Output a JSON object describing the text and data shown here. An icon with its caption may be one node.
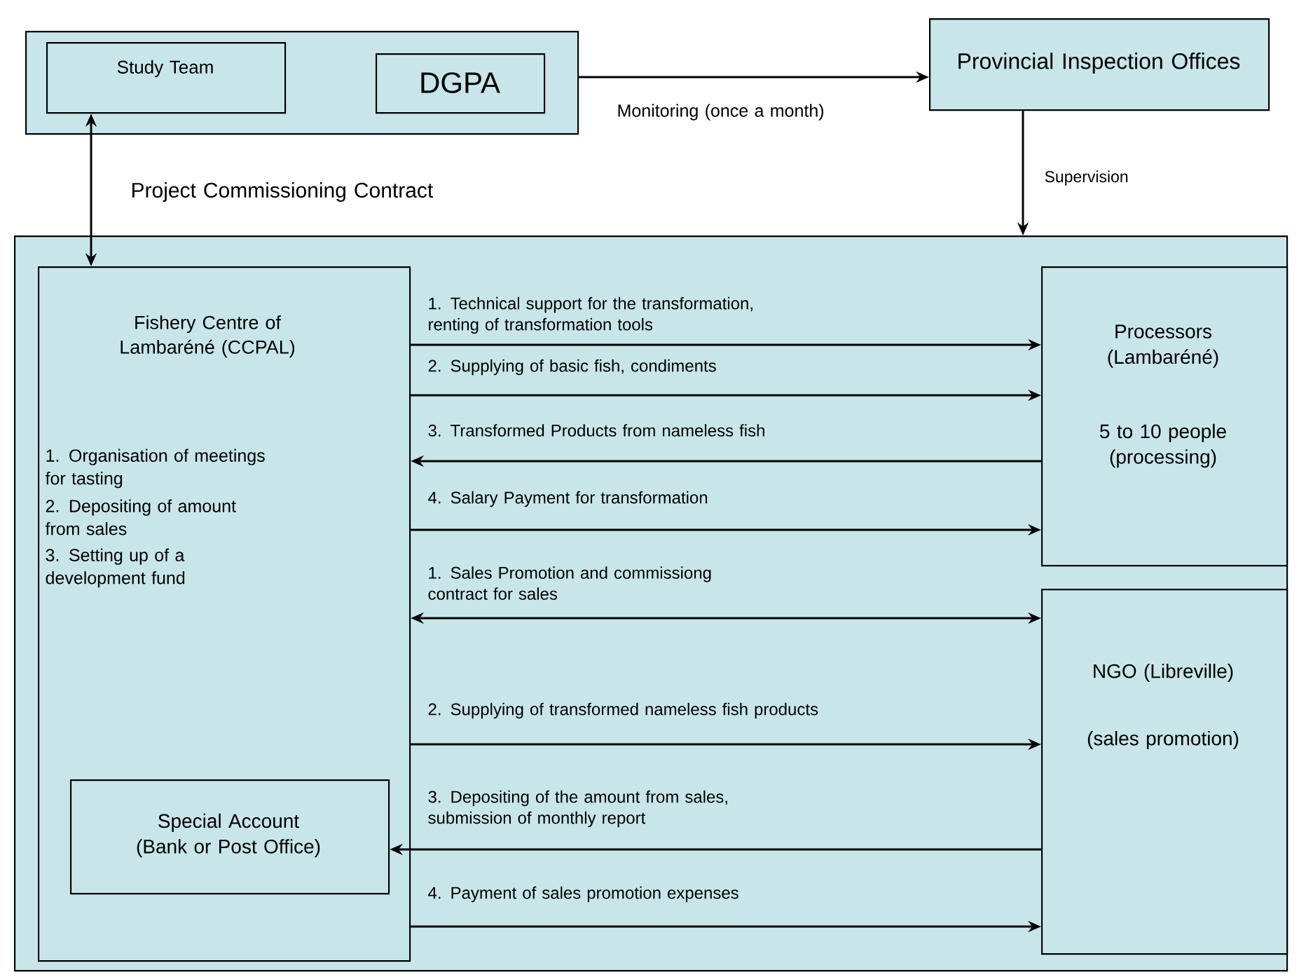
{
  "diagram": {
    "nodes": [
      {
        "text": [],
        "shape": "box"
      },
      {
        "text": [
          "Study Team"
        ],
        "in": 0
      },
      {
        "text": [
          "DGPA"
        ],
        "in": 0
      },
      {
        "text": [
          "Provincial Inspection Offices"
        ]
      },
      {
        "text": [],
        "shape": "box"
      },
      {
        "text": [
          "Fishery Centre of Lambaréné (CCPAL)",
          "1. Organisation of meetings for tasting",
          "2. Depositing of amount from sales",
          "3. Setting up of a development fund"
        ],
        "in": 4
      },
      {
        "text": [
          "Special Account (Bank or Post Office)"
        ],
        "in": 5
      },
      {
        "text": [
          "Processors (Lambaréné)",
          "5 to 10 people (processing)"
        ],
        "in": 4
      },
      {
        "text": [
          "NGO (Libreville)",
          "(sales promotion)"
        ],
        "in": 4
      }
    ],
    "edges": [
      {
        "from": 0,
        "to": 3,
        "arrow": "to",
        "label": "Monitoring (once a month)"
      },
      {
        "from": 1,
        "to": 5,
        "arrow": "both",
        "label": "Project Commissioning Contract"
      },
      {
        "from": 3,
        "to": 4,
        "arrow": "to",
        "label": "Supervision"
      },
      {
        "from": 5,
        "to": 7,
        "arrow": "to",
        "label": "1. Technical support for the transformation, renting of transformation tools"
      },
      {
        "from": 5,
        "to": 7,
        "arrow": "to",
        "label": "2. Supplying of basic fish, condiments"
      },
      {
        "from": 7,
        "to": 5,
        "arrow": "to",
        "label": "3. Transformed Products from nameless fish"
      },
      {
        "from": 5,
        "to": 7,
        "arrow": "to",
        "label": "4. Salary Payment for transformation"
      },
      {
        "from": 5,
        "to": 8,
        "arrow": "both",
        "label": "1. Sales Promotion and commissiong contract for sales"
      },
      {
        "from": 5,
        "to": 8,
        "arrow": "to",
        "label": "2. Supplying of transformed nameless fish products"
      },
      {
        "from": 8,
        "to": 6,
        "arrow": "to",
        "label": "3. Depositing of the amount from sales, submission of monthly report"
      },
      {
        "from": 5,
        "to": 8,
        "arrow": "to",
        "label": "4. Payment of sales promotion expenses"
      }
    ]
  }
}
